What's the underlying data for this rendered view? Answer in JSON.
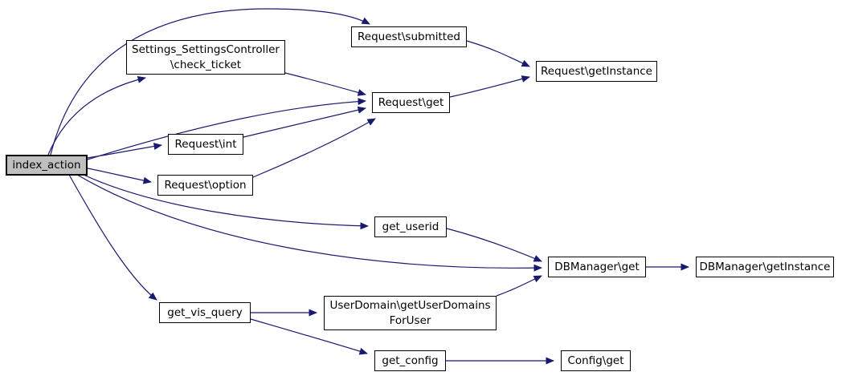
{
  "diagram": {
    "type": "call-graph",
    "edge_color": "#191970",
    "node_fill": "#ffffff",
    "node_border_color": "#000000",
    "highlight_node_fill": "#bfbfbf",
    "nodes": {
      "index_action": {
        "label": "index_action",
        "highlighted": true
      },
      "check_ticket": {
        "label": "Settings_SettingsController\n\\check_ticket"
      },
      "request_submitted": {
        "label": "Request\\submitted"
      },
      "request_getinstance": {
        "label": "Request\\getInstance"
      },
      "request_get": {
        "label": "Request\\get"
      },
      "request_int": {
        "label": "Request\\int"
      },
      "request_option": {
        "label": "Request\\option"
      },
      "get_userid": {
        "label": "get_userid"
      },
      "dbmanager_get": {
        "label": "DBManager\\get"
      },
      "dbmanager_getinstance": {
        "label": "DBManager\\getInstance"
      },
      "get_vis_query": {
        "label": "get_vis_query"
      },
      "userdomain_getuserdomainsforuser": {
        "label": "UserDomain\\getUserDomains\nForUser"
      },
      "get_config": {
        "label": "get_config"
      },
      "config_get": {
        "label": "Config\\get"
      }
    },
    "edges": [
      {
        "from": "index_action",
        "to": "Request\\submitted"
      },
      {
        "from": "index_action",
        "to": "Settings_SettingsController\\check_ticket"
      },
      {
        "from": "index_action",
        "to": "Request\\get"
      },
      {
        "from": "index_action",
        "to": "Request\\int"
      },
      {
        "from": "index_action",
        "to": "Request\\option"
      },
      {
        "from": "index_action",
        "to": "get_userid"
      },
      {
        "from": "index_action",
        "to": "DBManager\\get"
      },
      {
        "from": "index_action",
        "to": "get_vis_query"
      },
      {
        "from": "Request\\submitted",
        "to": "Request\\getInstance"
      },
      {
        "from": "Request\\get",
        "to": "Request\\getInstance"
      },
      {
        "from": "Settings_SettingsController\\check_ticket",
        "to": "Request\\get"
      },
      {
        "from": "Request\\int",
        "to": "Request\\get"
      },
      {
        "from": "Request\\option",
        "to": "Request\\get"
      },
      {
        "from": "get_userid",
        "to": "DBManager\\get"
      },
      {
        "from": "UserDomain\\getUserDomainsForUser",
        "to": "DBManager\\get"
      },
      {
        "from": "DBManager\\get",
        "to": "DBManager\\getInstance"
      },
      {
        "from": "get_vis_query",
        "to": "UserDomain\\getUserDomainsForUser"
      },
      {
        "from": "get_vis_query",
        "to": "get_config"
      },
      {
        "from": "get_config",
        "to": "Config\\get"
      }
    ]
  }
}
